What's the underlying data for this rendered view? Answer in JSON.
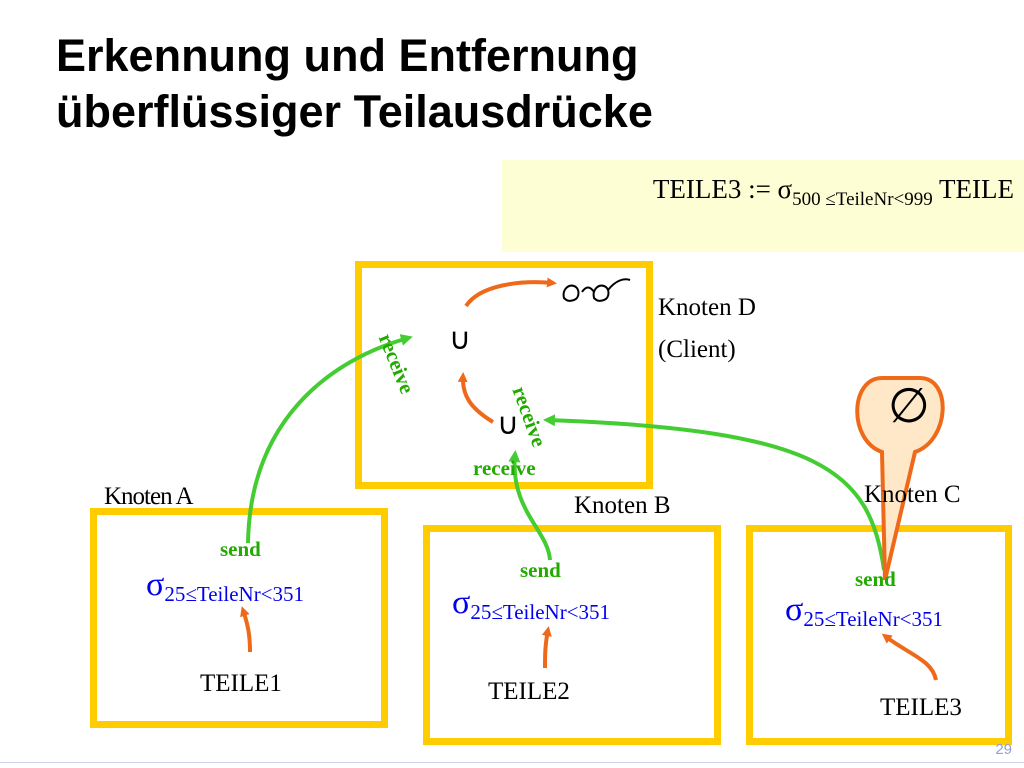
{
  "title": {
    "line1": "Erkennung und Entfernung",
    "line2": "überflüssiger Teilausdrücke"
  },
  "formula": {
    "lhs": "TEILE3 := σ",
    "sub": "500 ≤TeileNr<999",
    "rhs": " TEILE"
  },
  "nodes": {
    "d": {
      "label1": "Knoten D",
      "label2": "(Client)"
    },
    "a": {
      "label": "Knoten A",
      "send": "send",
      "sigma": "σ",
      "sub": "25≤TeileNr<351",
      "table": "TEILE1"
    },
    "b": {
      "label": "Knoten B",
      "send": "send",
      "sigma": "σ",
      "sub": "25≤TeileNr<351",
      "table": "TEILE2"
    },
    "c": {
      "label": "Knoten C",
      "send": "send",
      "sigma": "σ",
      "sub": "25≤TeileNr<351",
      "table": "TEILE3"
    }
  },
  "receive_labels": [
    "receive",
    "receive",
    "receive"
  ],
  "symbols": {
    "union": "∪",
    "empty_set": "∅",
    "glasses_icon": "glasses-icon"
  },
  "colors": {
    "box_border": "#ffcc00",
    "send_receive": "#22aa00",
    "sigma": "#0000ee",
    "orange_arrow": "#ee6a1a",
    "green_line": "#44cc33",
    "note_bg": "#fdfed3"
  },
  "page_number": "29"
}
